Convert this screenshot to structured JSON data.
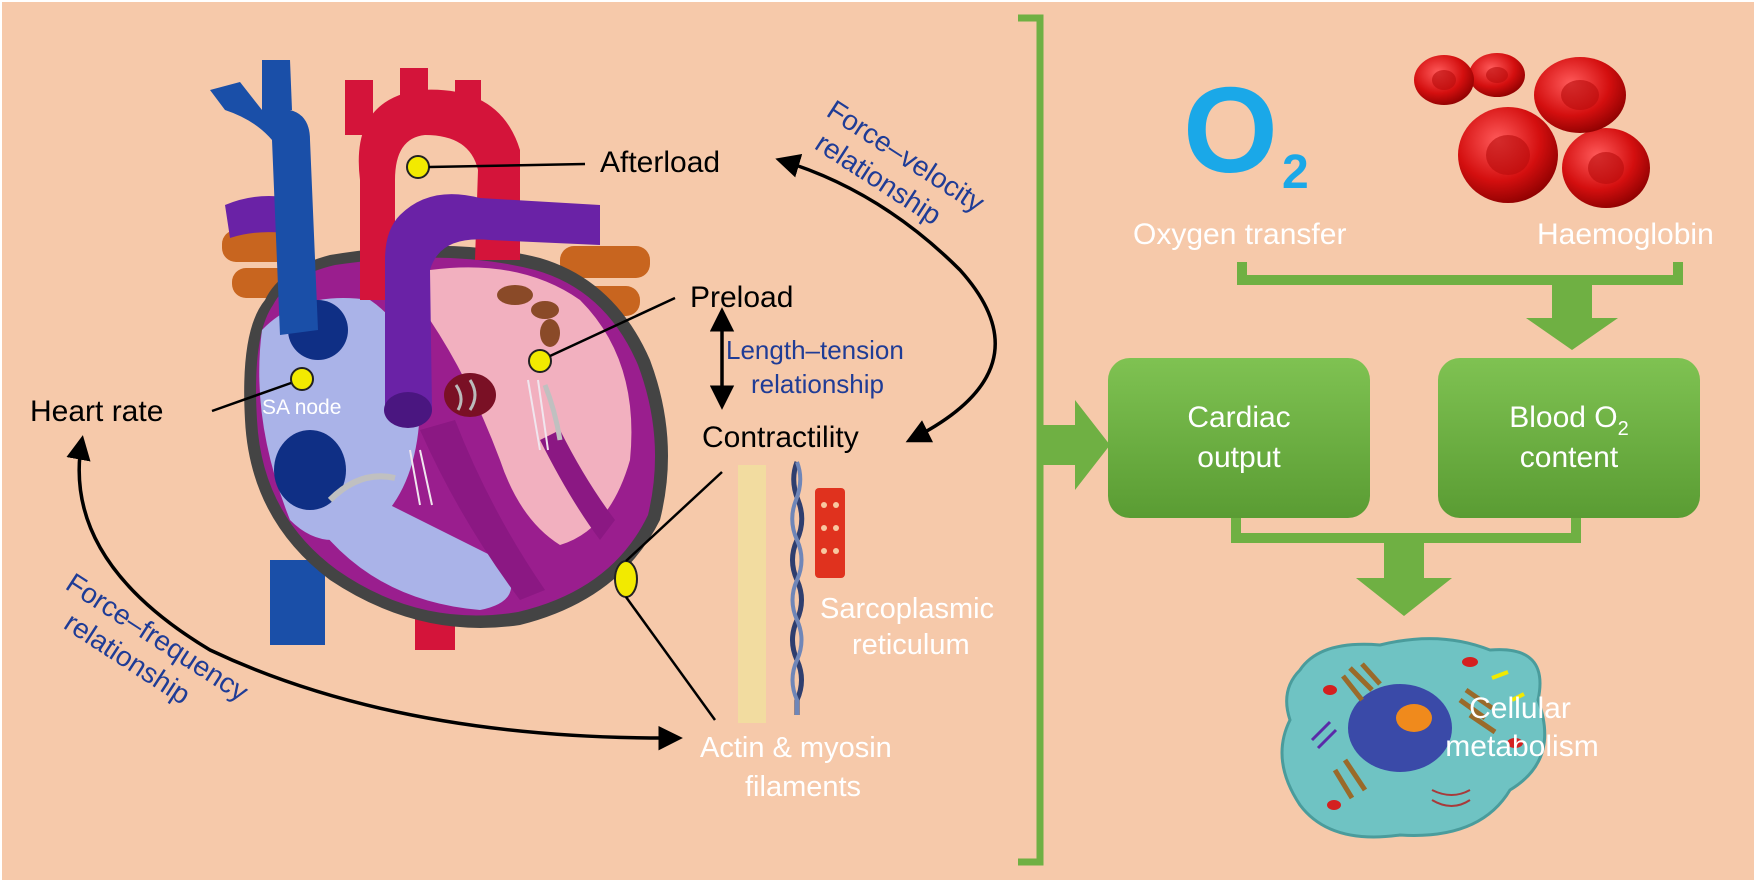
{
  "colors": {
    "background": "#f6c9aa",
    "green": "#6fb043",
    "navy_text": "#1f3c96",
    "o2_blue": "#1aa8e8"
  },
  "heart": {
    "afterload": "Afterload",
    "preload": "Preload",
    "contractility": "Contractility",
    "heart_rate": "Heart rate",
    "sa_node": "SA node",
    "force_velocity_line1": "Force–velocity",
    "force_velocity_line2": "relationship",
    "length_tension_line1": "Length–tension",
    "length_tension_line2": "relationship",
    "force_frequency_line1": "Force–frequency",
    "force_frequency_line2": "relationship",
    "sarcoplasmic_line1": "Sarcoplasmic",
    "sarcoplasmic_line2": "reticulum",
    "actin_line1": "Actin & myosin",
    "actin_line2": "filaments"
  },
  "oxygen": {
    "o_letter": "O",
    "subscript": "2",
    "oxygen_transfer": "Oxygen transfer",
    "haemoglobin": "Haemoglobin"
  },
  "boxes": {
    "cardiac_line1": "Cardiac",
    "cardiac_line2": "output",
    "blood_line1_prefix": "Blood O",
    "blood_line1_sub": "2",
    "blood_line2": "content"
  },
  "cell": {
    "line1": "Cellular",
    "line2": "metabolism"
  }
}
